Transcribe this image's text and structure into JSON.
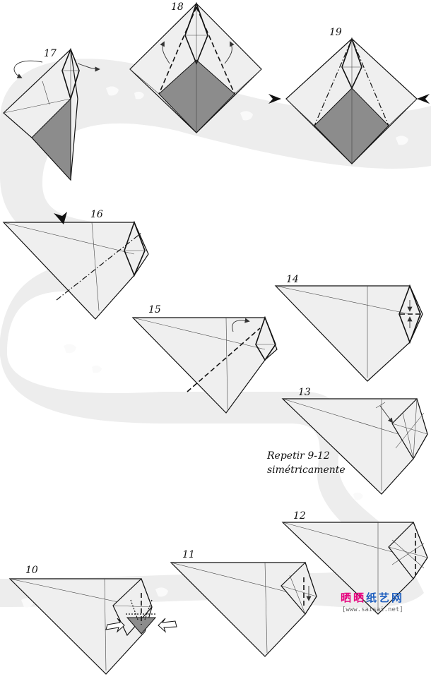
{
  "steps": [
    {
      "id": "17",
      "label": "17"
    },
    {
      "id": "18",
      "label": "18"
    },
    {
      "id": "19",
      "label": "19"
    },
    {
      "id": "16",
      "label": "16"
    },
    {
      "id": "14",
      "label": "14"
    },
    {
      "id": "15",
      "label": "15"
    },
    {
      "id": "13",
      "label": "13"
    },
    {
      "id": "12",
      "label": "12"
    },
    {
      "id": "11",
      "label": "11"
    },
    {
      "id": "10",
      "label": "10"
    }
  ],
  "note": {
    "line1": "Repetir 9-12",
    "line2": "simétricamente"
  },
  "watermark": {
    "chars": [
      "晒",
      "晒",
      "纸",
      "艺",
      "网"
    ],
    "char_colors": [
      "#e6007e",
      "#e6007e",
      "#1f5fbf",
      "#1f5fbf",
      "#1f5fbf"
    ],
    "url": "[www.saisai.net]"
  },
  "colors": {
    "paper": "#efefef",
    "shade": "#8c8c8c",
    "line": "#111111",
    "background_band": "#ededed"
  }
}
